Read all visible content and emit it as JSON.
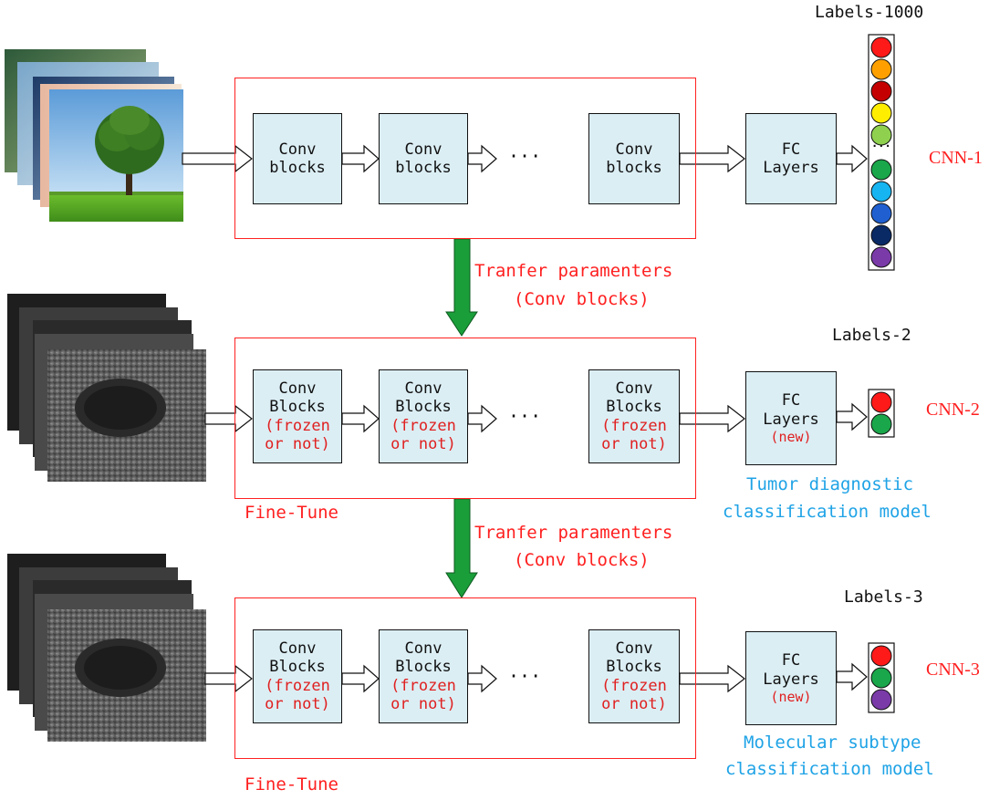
{
  "colors": {
    "frame": "#ff2020",
    "box_fill": "#dbeef4",
    "transfer_arrow": "#1a9e3a",
    "model_text": "#1fa3e6",
    "label_text": "#ff2020",
    "circles_row1": [
      "#ff1a1a",
      "#ffa000",
      "#c40000",
      "#ffee00",
      "#8fd14f",
      "#1aa64a",
      "#16b4f0",
      "#1f5fd0",
      "#0a2a66",
      "#7a3aa8"
    ],
    "circles_row2": [
      "#ff1a1a",
      "#1aa64a"
    ],
    "circles_row3": [
      "#ff1a1a",
      "#1aa64a",
      "#7a3aa8"
    ]
  },
  "row1": {
    "labels_title": "Labels-1000",
    "cnn_label": "CNN-1",
    "conv1": {
      "line1": "Conv",
      "line2": "blocks"
    },
    "conv2": {
      "line1": "Conv",
      "line2": "blocks"
    },
    "conv3": {
      "line1": "Conv",
      "line2": "blocks"
    },
    "fc": {
      "line1": "FC",
      "line2": "Layers"
    },
    "dots": "···",
    "circle_dots": "···"
  },
  "transfer1": {
    "line1": "Tranfer paramenters",
    "line2": "(Conv blocks)"
  },
  "row2": {
    "labels_title": "Labels-2",
    "cnn_label": "CNN-2",
    "conv1": {
      "line1": "Conv",
      "line2": "Blocks",
      "line3": "(frozen",
      "line4": "or not)"
    },
    "conv2": {
      "line1": "Conv",
      "line2": "Blocks",
      "line3": "(frozen",
      "line4": "or not)"
    },
    "conv3": {
      "line1": "Conv",
      "line2": "Blocks",
      "line3": "(frozen",
      "line4": "or not)"
    },
    "fc": {
      "line1": "FC",
      "line2": "Layers",
      "line3": "(new)"
    },
    "dots": "···",
    "fine_tune": "Fine-Tune",
    "model_line1": "Tumor diagnostic",
    "model_line2": "classification model"
  },
  "transfer2": {
    "line1": "Tranfer paramenters",
    "line2": "(Conv blocks)"
  },
  "row3": {
    "labels_title": "Labels-3",
    "cnn_label": "CNN-3",
    "conv1": {
      "line1": "Conv",
      "line2": "Blocks",
      "line3": "(frozen",
      "line4": "or not)"
    },
    "conv2": {
      "line1": "Conv",
      "line2": "Blocks",
      "line3": "(frozen",
      "line4": "or not)"
    },
    "conv3": {
      "line1": "Conv",
      "line2": "Blocks",
      "line3": "(frozen",
      "line4": "or not)"
    },
    "fc": {
      "line1": "FC",
      "line2": "Layers",
      "line3": "(new)"
    },
    "dots": "···",
    "fine_tune": "Fine-Tune",
    "model_line1": "Molecular subtype",
    "model_line2": "classification model"
  }
}
